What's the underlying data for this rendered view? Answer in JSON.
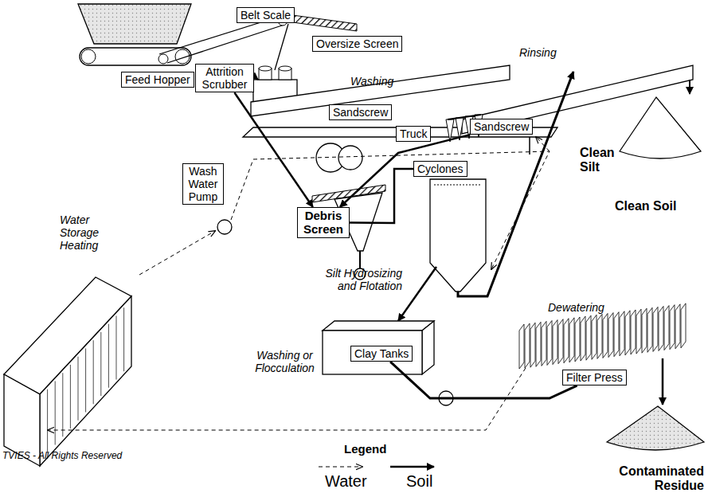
{
  "diagram": {
    "nodes": [
      {
        "text": [
          "Belt Scale"
        ]
      },
      {
        "text": [
          "Oversize Screen"
        ]
      },
      {
        "text": [
          "Feed Hopper"
        ]
      },
      {
        "text": [
          "Attrition Scrubber"
        ]
      },
      {
        "text": [
          "Sandscrew"
        ]
      },
      {
        "text": [
          "Truck"
        ]
      },
      {
        "text": [
          "Sandscrew"
        ]
      },
      {
        "text": [
          "Debris Screen"
        ]
      },
      {
        "text": [
          "Cyclones"
        ]
      },
      {
        "text": [
          "Wash Water Pump"
        ]
      },
      {
        "text": [
          "Clay Tanks"
        ]
      },
      {
        "text": [
          "Filter Press"
        ]
      }
    ],
    "edges": [
      {
        "from": 3,
        "to": 7,
        "arrow": "to"
      },
      {
        "from": 6,
        "to": 7,
        "arrow": "to"
      },
      {
        "from": 7,
        "to": 8,
        "arrow": "none"
      },
      {
        "from": 10,
        "to": 11,
        "arrow": "none"
      }
    ],
    "labels": [
      "Washing",
      "Rinsing",
      "Clean Silt",
      "Clean Soil",
      "Water Storage Heating",
      "Silt Hydrosizing and Flotation",
      "Washing or Flocculation",
      "Dewatering",
      "Contaminated Residue",
      "TVIES - All Rights Reserved",
      "Legend"
    ],
    "legend": [
      {
        "text": "Water"
      },
      {
        "text": "Soil"
      }
    ]
  }
}
